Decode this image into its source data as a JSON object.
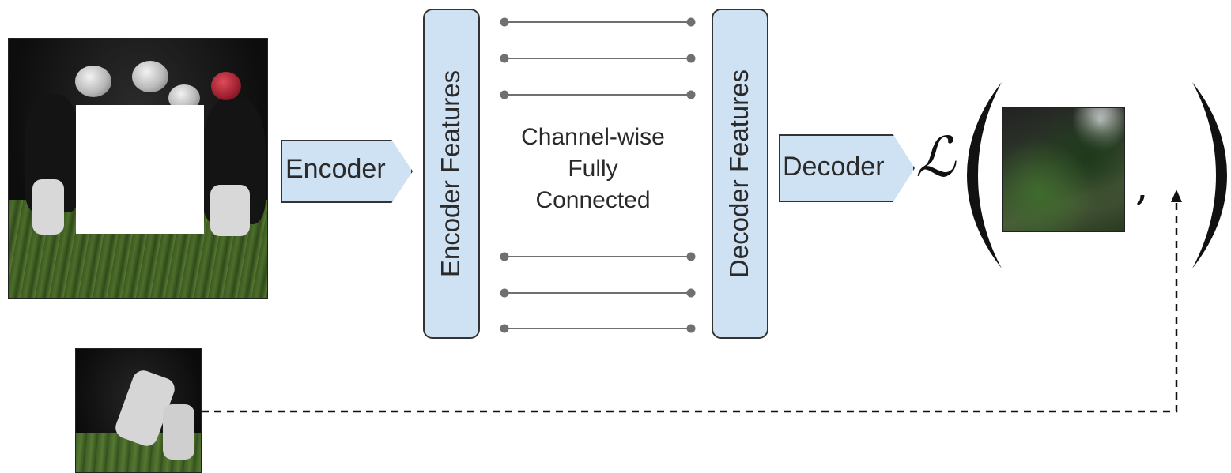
{
  "encoder_arrow": {
    "label": "Encoder"
  },
  "encoder_features": {
    "label": "Encoder  Features"
  },
  "channel_fc": {
    "line1": "Channel-wise",
    "line2": "Fully",
    "line3": "Connected"
  },
  "decoder_features": {
    "label": "Decoder  Features"
  },
  "decoder_arrow": {
    "label": "Decoder"
  },
  "loss": {
    "symbol": "ℒ",
    "comma": ","
  },
  "colors": {
    "box_fill": "#cfe2f3",
    "outline": "#333333",
    "connector": "#707070"
  }
}
